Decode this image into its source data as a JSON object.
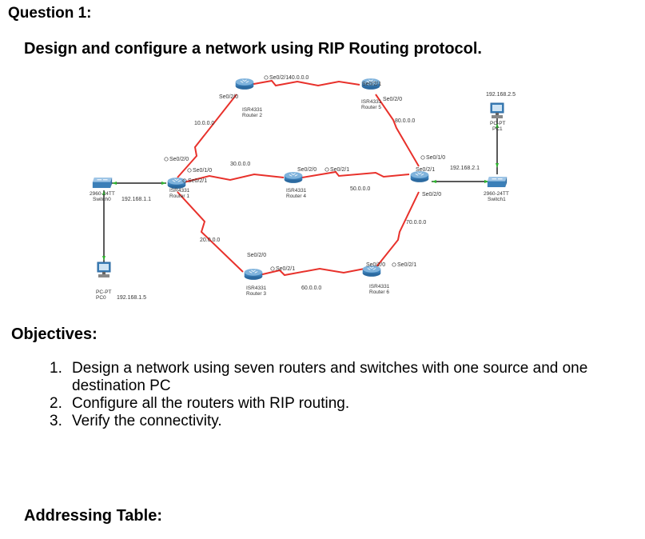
{
  "heading": "Question 1:",
  "subheading": "Design and configure a network using RIP Routing protocol.",
  "objectives_title": "Objectives:",
  "objectives": [
    {
      "num": "1.",
      "text": "Design a network using seven routers and switches with one source and one destination PC"
    },
    {
      "num": "2.",
      "text": "Configure all the routers with RIP routing."
    },
    {
      "num": "3.",
      "text": "Verify the connectivity."
    }
  ],
  "addressing_title": "Addressing Table:",
  "topology": {
    "router1": {
      "model": "ISR4331",
      "name": "Router 1",
      "ports": [
        "Se0/2/0",
        "Se0/1/0",
        "Se0/2/1"
      ]
    },
    "router2": {
      "model": "ISR4331",
      "name": "Router 2",
      "ports": [
        "Se0/2/0",
        "Se0/2/1"
      ]
    },
    "router3": {
      "model": "ISR4331",
      "name": "Router 3",
      "ports": [
        "Se0/2/0",
        "Se0/2/1"
      ]
    },
    "router4": {
      "model": "ISR4331",
      "name": "Router 4",
      "ports": [
        "Se0/2/0",
        "Se0/2/1"
      ]
    },
    "router5": {
      "model": "ISR4331",
      "name": "Router 5",
      "ports": [
        "Se0/2/1",
        "Se0/2/0"
      ]
    },
    "router6": {
      "model": "ISR4331",
      "name": "Router 6",
      "ports": [
        "Se0/2/0",
        "Se0/2/1"
      ]
    },
    "router7": {
      "ports": [
        "Se0/1/0",
        "Se0/2/1",
        "Se0/2/0"
      ]
    },
    "switch0": {
      "model": "2960-24TT",
      "name": "Switch0",
      "ip": "192.168.1.1"
    },
    "switch1": {
      "model": "2960-24TT",
      "name": "Switch1",
      "ip": "192.168.2.1"
    },
    "pc0": {
      "model": "PC-PT",
      "name": "PC0",
      "ip": "192.168.1.5"
    },
    "pc1": {
      "model": "PC-PT",
      "name": "PC1",
      "ip": "192.168.2.5"
    },
    "networks": [
      "10.0.0.0",
      "20.0.0.0",
      "30.0.0.0",
      "40.0.0.0",
      "50.0.0.0",
      "60.0.0.0",
      "70.0.0.0",
      "80.0.0.0"
    ]
  },
  "colors": {
    "link_red": "#e8312b",
    "link_black": "#222222",
    "link_green": "#2fb32f",
    "router_blue": "#3b7fb8"
  }
}
